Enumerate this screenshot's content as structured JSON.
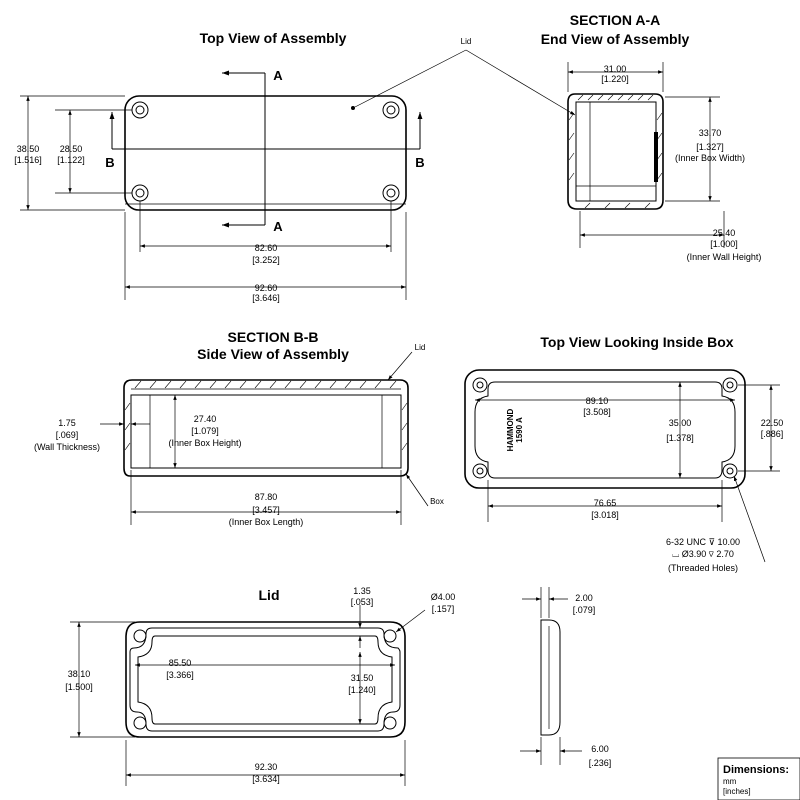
{
  "titles": {
    "top_view": "Top View of Assembly",
    "section_aa_1": "SECTION A-A",
    "section_aa_2": "End View of Assembly",
    "section_bb_1": "SECTION B-B",
    "section_bb_2": "Side View of Assembly",
    "inside_view": "Top View Looking Inside Box",
    "lid": "Lid"
  },
  "markers": {
    "a": "A",
    "b": "B"
  },
  "callouts": {
    "lid": "Lid",
    "box": "Box",
    "hammond": "HAMMOND",
    "model": "1590 A"
  },
  "top_view": {
    "height_mm": "38.50",
    "height_in": "[1.516]",
    "hole_v_mm": "28.50",
    "hole_v_in": "[1.122]",
    "hole_h_mm": "82.60",
    "hole_h_in": "[3.252]",
    "length_mm": "92.60",
    "length_in": "[3.646]"
  },
  "section_aa": {
    "width_mm": "31.00",
    "width_in": "[1.220]",
    "inner_w_mm": "33.70",
    "inner_w_in": "[1.327]",
    "inner_w_note": "(Inner Box Width)",
    "wall_h_mm": "25.40",
    "wall_h_in": "[1.000]",
    "wall_h_note": "(Inner Wall Height)"
  },
  "section_bb": {
    "wall_mm": "1.75",
    "wall_in": "[.069]",
    "wall_note": "(Wall Thickness)",
    "inner_h_mm": "27.40",
    "inner_h_in": "[1.079]",
    "inner_h_note": "(Inner Box Height)",
    "inner_l_mm": "87.80",
    "inner_l_in": "[3.457]",
    "inner_l_note": "(Inner Box Length)"
  },
  "inside_view": {
    "len_mm": "89.10",
    "len_in": "[3.508]",
    "inner_mm": "35.00",
    "inner_in": "[1.378]",
    "hole_v_mm": "22.50",
    "hole_v_in": "[.886]",
    "hole_h_mm": "76.65",
    "hole_h_in": "[3.018]",
    "thread_1": "6-32 UNC ⊽ 10.00",
    "thread_2": "⌴ Ø3.90 ⊽ 2.70",
    "thread_note": "(Threaded Holes)"
  },
  "lid_view": {
    "lip_mm": "1.35",
    "lip_in": "[.053]",
    "hole_mm": "Ø4.00",
    "hole_in": "[.157]",
    "height_mm": "38.10",
    "height_in": "[1.500]",
    "inner_l_mm": "85.50",
    "inner_l_in": "[3.366]",
    "inner_h_mm": "31.50",
    "inner_h_in": "[1.240]",
    "length_mm": "92.30",
    "length_in": "[3.634]"
  },
  "lid_side": {
    "thick_mm": "2.00",
    "thick_in": "[.079]",
    "total_mm": "6.00",
    "total_in": "[.236]"
  },
  "legend": {
    "title": "Dimensions:",
    "unit1": "mm",
    "unit2": "[inches]"
  }
}
